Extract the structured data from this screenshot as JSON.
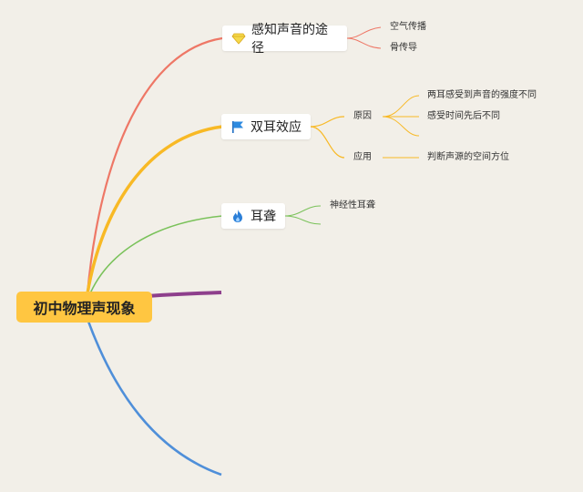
{
  "root": {
    "label": "初中物理声现象"
  },
  "branches": [
    {
      "label": "感知声音的途径",
      "icon": "diamond-icon",
      "color": "#ee7766",
      "children": [
        {
          "label": "空气传播"
        },
        {
          "label": "骨传导"
        }
      ]
    },
    {
      "label": "双耳效应",
      "icon": "flag-icon",
      "color": "#f8b925",
      "children": [
        {
          "label": "原因",
          "children": [
            {
              "label": "两耳感受到声音的强度不同"
            },
            {
              "label": "感受时间先后不同"
            },
            {
              "label": ""
            }
          ]
        },
        {
          "label": "应用",
          "children": [
            {
              "label": "判断声源的空间方位"
            }
          ]
        }
      ]
    },
    {
      "label": "耳聋",
      "icon": "fire-icon",
      "color": "#7ac25a",
      "children": [
        {
          "label": "神经性耳聋"
        },
        {
          "label": ""
        }
      ]
    },
    {
      "label": "",
      "color": "#8e3f8c",
      "children": []
    },
    {
      "label": "",
      "color": "#4f8fd9",
      "children": []
    }
  ]
}
